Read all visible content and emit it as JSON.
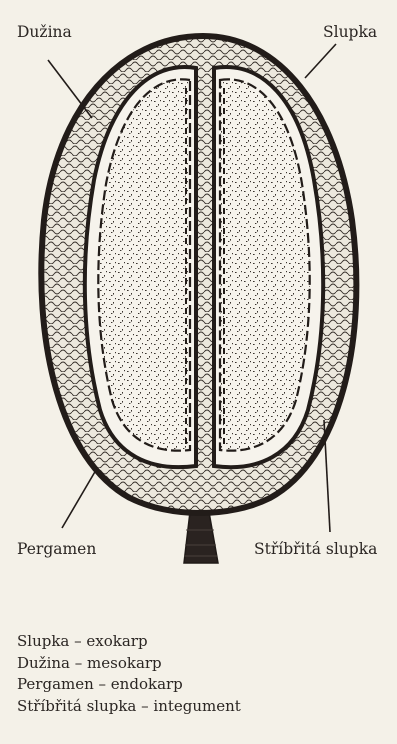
{
  "labels": {
    "top_left": "Dužina",
    "top_right": "Slupka",
    "bottom_left": "Pergamen",
    "bottom_right": "Stříbřitá slupka"
  },
  "legend": [
    "Slupka – exokarp",
    "Dužina – mesokarp",
    "Pergamen – endokarp",
    "Stříbřitá slupka – integument"
  ],
  "colors": {
    "background": "#f4f1e8",
    "ink": "#221c19",
    "bean_fill": "#f6f3ec",
    "pulp_fill": "#ece8dd"
  }
}
